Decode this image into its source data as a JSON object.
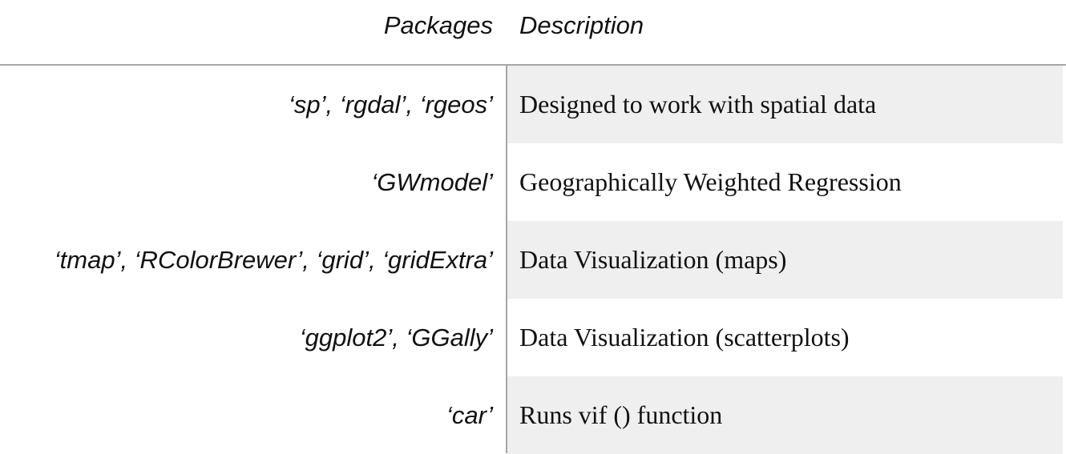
{
  "table": {
    "header": {
      "packages": "Packages",
      "description": "Description"
    },
    "rows": [
      {
        "packages": "‘sp’, ‘rgdal’, ‘rgeos’",
        "description": "Designed to work with spatial data",
        "shaded": true
      },
      {
        "packages": "‘GWmodel’",
        "description": "Geographically Weighted Regression",
        "shaded": false
      },
      {
        "packages": "‘tmap’, ‘RColorBrewer’, ‘grid’, ‘gridExtra’",
        "description": "Data Visualization (maps)",
        "shaded": true
      },
      {
        "packages": "‘ggplot2’, ‘GGally’",
        "description": "Data Visualization (scatterplots)",
        "shaded": false
      },
      {
        "packages": "‘car’",
        "description": "Runs vif () function",
        "shaded": true
      }
    ],
    "colors": {
      "shaded_row": "#efefef",
      "rule": "#a6a6a6",
      "text": "#111111"
    }
  }
}
